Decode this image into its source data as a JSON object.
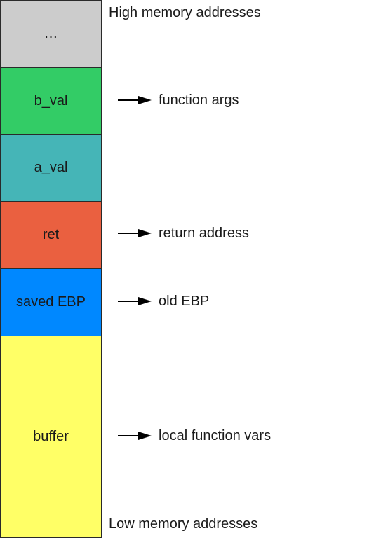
{
  "top_label": "High memory addresses",
  "bottom_label": "Low memory addresses",
  "stack_blocks": [
    {
      "label": "…",
      "color": "#cccccc"
    },
    {
      "label": "b_val",
      "color": "#33cc66"
    },
    {
      "label": "a_val",
      "color": "#45b5b7"
    },
    {
      "label": "ret",
      "color": "#ea6040"
    },
    {
      "label": "saved EBP",
      "color": "#0088ff"
    },
    {
      "label": "buffer",
      "color": "#ffff66"
    }
  ],
  "annotations": {
    "b_val": "function args",
    "ret": "return address",
    "saved_ebp": "old EBP",
    "buffer": "local function vars"
  }
}
